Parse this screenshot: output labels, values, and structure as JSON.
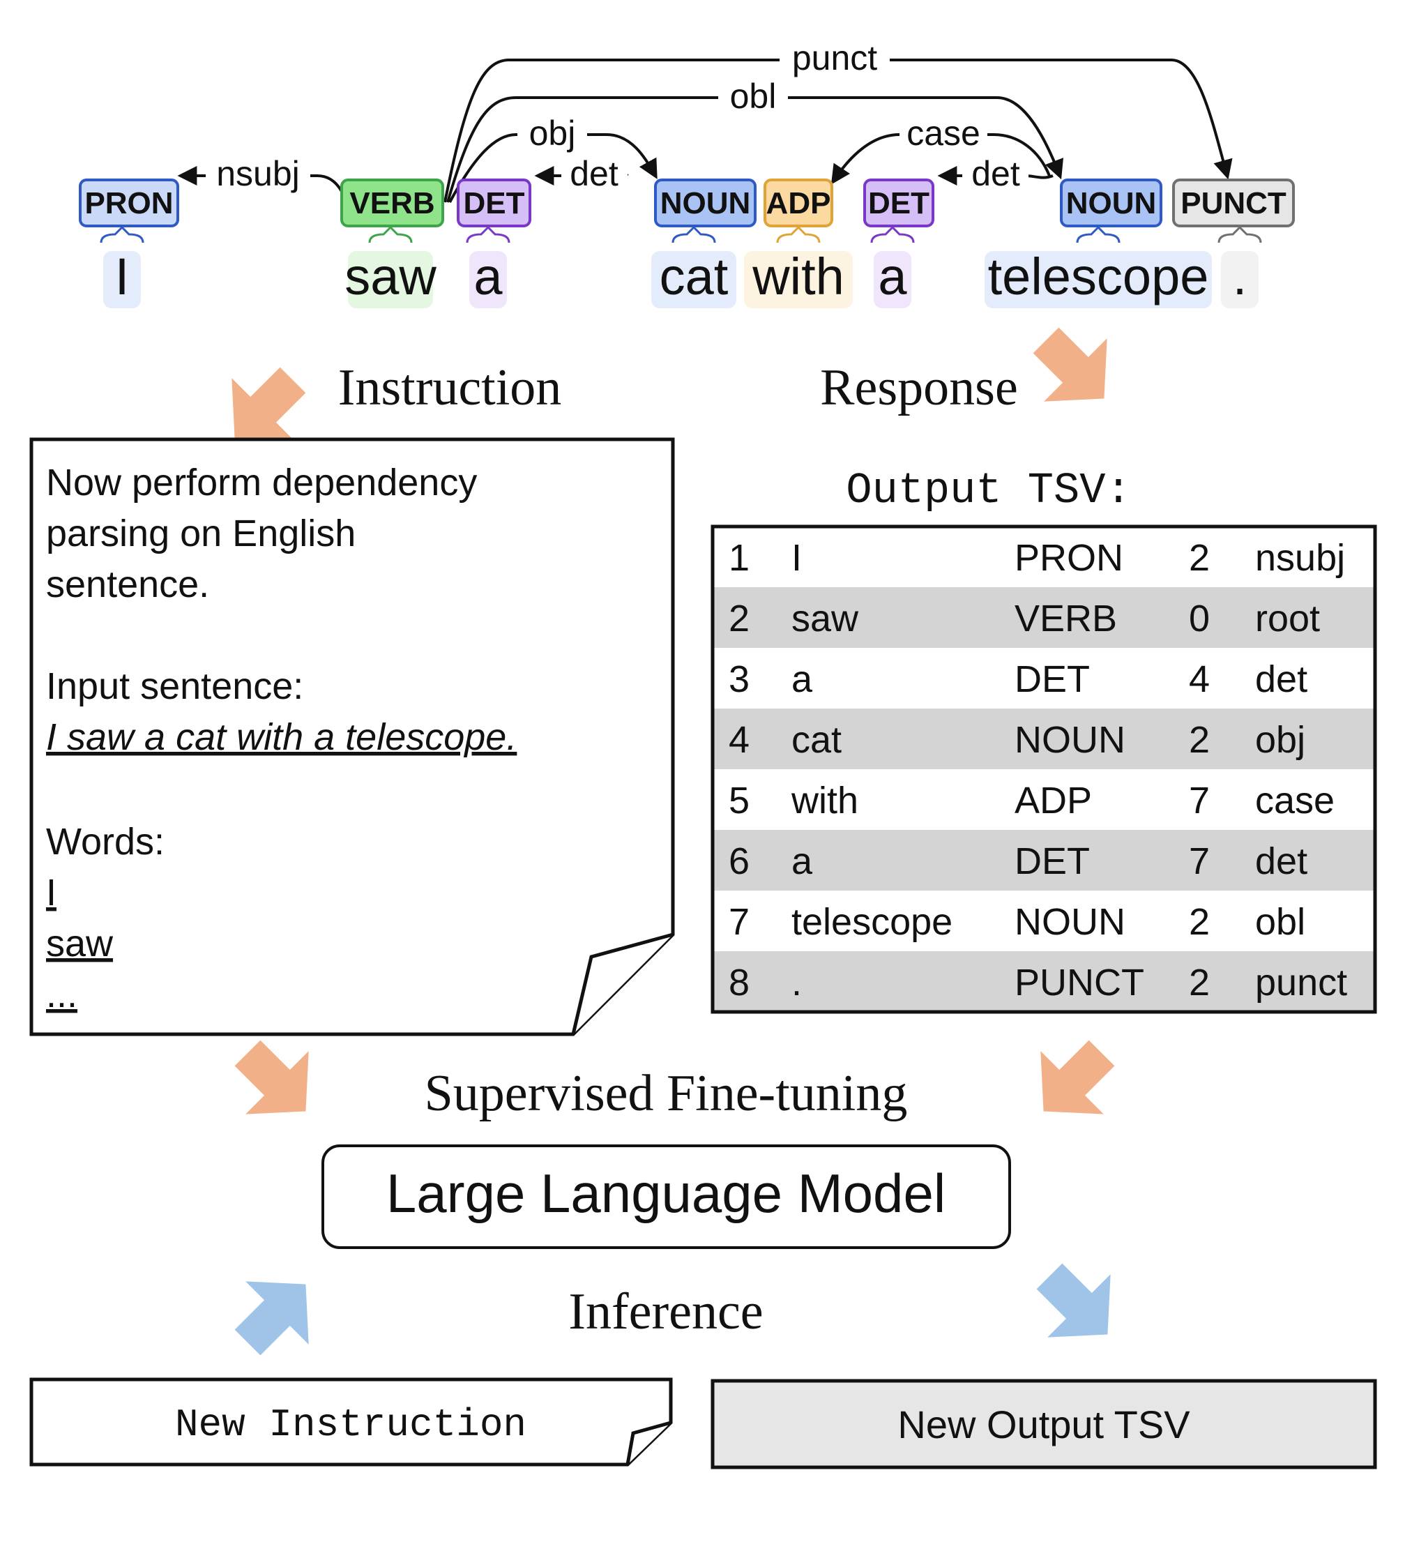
{
  "parse": {
    "relations": [
      {
        "label": "nsubj",
        "head": 2,
        "dep": 1
      },
      {
        "label": "obj",
        "head": 2,
        "dep": 4
      },
      {
        "label": "det",
        "head": 4,
        "dep": 3
      },
      {
        "label": "obl",
        "head": 2,
        "dep": 7
      },
      {
        "label": "punct",
        "head": 2,
        "dep": 8
      },
      {
        "label": "case",
        "head": 7,
        "dep": 5
      },
      {
        "label": "det",
        "head": 7,
        "dep": 6
      }
    ],
    "tokens": [
      {
        "word": "I",
        "pos": "PRON",
        "color": "#c9d9f7",
        "border": "#2f59c5",
        "underline": "#e4ecfb"
      },
      {
        "word": "saw",
        "pos": "VERB",
        "color": "#8fe38a",
        "border": "#3ea44a",
        "underline": "#e3f7e1"
      },
      {
        "word": "a",
        "pos": "DET",
        "color": "#d6bff7",
        "border": "#7a38c9",
        "underline": "#efe6fb"
      },
      {
        "word": "cat",
        "pos": "NOUN",
        "color": "#a9c3f4",
        "border": "#2f59c5",
        "underline": "#e4ecfb"
      },
      {
        "word": "with",
        "pos": "ADP",
        "color": "#fbd9a1",
        "border": "#e0a436",
        "underline": "#fdf3e1"
      },
      {
        "word": "a",
        "pos": "DET",
        "color": "#d6bff7",
        "border": "#7a38c9",
        "underline": "#efe6fb"
      },
      {
        "word": "telescope",
        "pos": "NOUN",
        "color": "#a9c3f4",
        "border": "#2f59c5",
        "underline": "#e4ecfb"
      },
      {
        "word": ".",
        "pos": "PUNCT",
        "color": "#e6e6e6",
        "border": "#707070",
        "underline": "#f2f2f2"
      }
    ]
  },
  "labels": {
    "instruction": "Instruction",
    "response": "Response",
    "sft": "Supervised Fine-tuning",
    "inference": "Inference"
  },
  "instruction_box": {
    "line1": "Now perform dependency",
    "line2": "parsing on English",
    "line3": "sentence.",
    "input_label": "Input sentence:",
    "input_sentence": "I saw a cat with a telescope.",
    "words_label": "Words:",
    "word1": "I",
    "word2": "saw",
    "ellipsis": "..."
  },
  "output": {
    "title": "Output TSV:",
    "rows": [
      [
        "1",
        "I",
        "PRON",
        "2",
        "nsubj"
      ],
      [
        "2",
        "saw",
        "VERB",
        "0",
        "root"
      ],
      [
        "3",
        "a",
        "DET",
        "4",
        "det"
      ],
      [
        "4",
        "cat",
        "NOUN",
        "2",
        "obj"
      ],
      [
        "5",
        "with",
        "ADP",
        "7",
        "case"
      ],
      [
        "6",
        "a",
        "DET",
        "7",
        "det"
      ],
      [
        "7",
        "telescope",
        "NOUN",
        "2",
        "obl"
      ],
      [
        "8",
        ".",
        "PUNCT",
        "2",
        "punct"
      ]
    ]
  },
  "model": {
    "label": "Large Language Model"
  },
  "new_instruction": {
    "label": "New Instruction"
  },
  "new_output": {
    "label": "New Output TSV"
  },
  "colors": {
    "orange_arrow": "#f2b088",
    "blue_arrow": "#9fc4e8",
    "row_shade": "#d4d4d4",
    "new_output_fill": "#e6e6e6"
  }
}
